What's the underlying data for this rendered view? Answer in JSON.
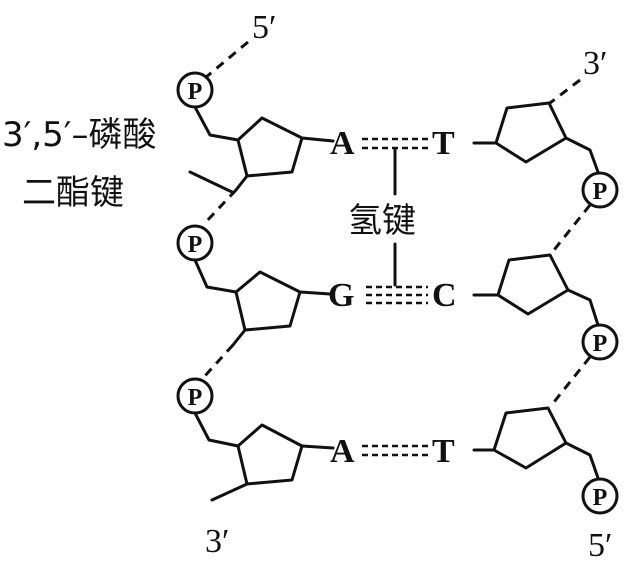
{
  "ends": {
    "left_top": "5′",
    "left_bottom": "3′",
    "right_top": "3′",
    "right_bottom": "5′"
  },
  "phosphate_label": "P",
  "labels": {
    "phosphodiester_line1": "3′,5′–磷酸",
    "phosphodiester_line2": "二酯键",
    "hydrogen_bond": "氢键"
  },
  "base_pairs": [
    {
      "left": "A",
      "right": "T"
    },
    {
      "left": "G",
      "right": "C"
    },
    {
      "left": "A",
      "right": "T"
    }
  ]
}
